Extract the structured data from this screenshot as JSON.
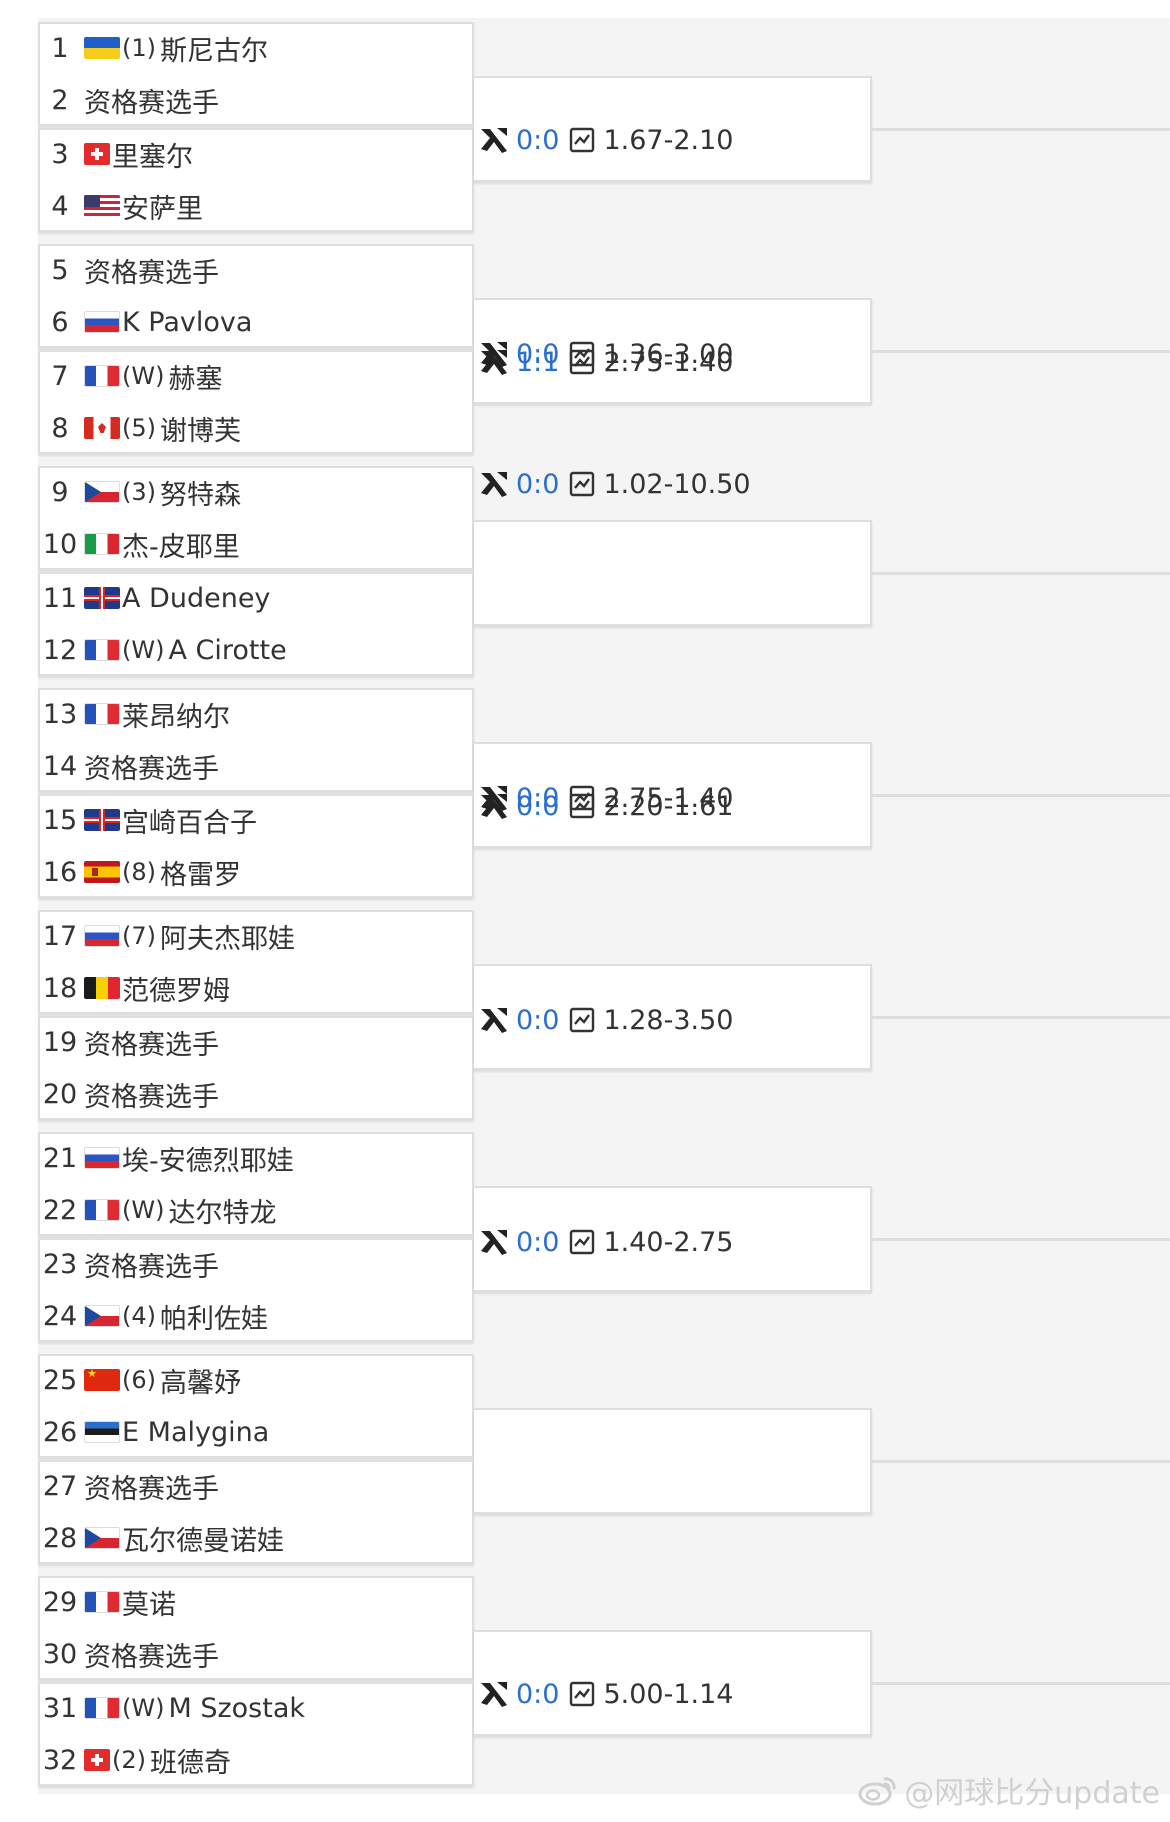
{
  "matches": [
    {
      "players": [
        {
          "num": "1",
          "flag": "ua",
          "seed": "(1)",
          "name": "斯尼古尔"
        },
        {
          "num": "2",
          "flag": "",
          "seed": "",
          "name": "资格赛选手"
        }
      ]
    },
    {
      "players": [
        {
          "num": "3",
          "flag": "ch",
          "seed": "",
          "name": "里塞尔"
        },
        {
          "num": "4",
          "flag": "us",
          "seed": "",
          "name": "安萨里"
        }
      ]
    },
    {
      "players": [
        {
          "num": "5",
          "flag": "",
          "seed": "",
          "name": "资格赛选手"
        },
        {
          "num": "6",
          "flag": "ru",
          "seed": "",
          "name": "K Pavlova"
        }
      ]
    },
    {
      "players": [
        {
          "num": "7",
          "flag": "fr",
          "seed": "(W)",
          "name": "赫塞"
        },
        {
          "num": "8",
          "flag": "ca",
          "seed": "(5)",
          "name": "谢博芙"
        }
      ]
    },
    {
      "players": [
        {
          "num": "9",
          "flag": "cz",
          "seed": "(3)",
          "name": "努特森"
        },
        {
          "num": "10",
          "flag": "it",
          "seed": "",
          "name": "杰-皮耶里"
        }
      ]
    },
    {
      "players": [
        {
          "num": "11",
          "flag": "gb",
          "seed": "",
          "name": "A Dudeney"
        },
        {
          "num": "12",
          "flag": "fr",
          "seed": "(W)",
          "name": "A Cirotte"
        }
      ]
    },
    {
      "players": [
        {
          "num": "13",
          "flag": "fr",
          "seed": "",
          "name": "莱昂纳尔"
        },
        {
          "num": "14",
          "flag": "",
          "seed": "",
          "name": "资格赛选手"
        }
      ]
    },
    {
      "players": [
        {
          "num": "15",
          "flag": "gb",
          "seed": "",
          "name": "宫崎百合子"
        },
        {
          "num": "16",
          "flag": "es",
          "seed": "(8)",
          "name": "格雷罗"
        }
      ]
    },
    {
      "players": [
        {
          "num": "17",
          "flag": "ru",
          "seed": "(7)",
          "name": "阿夫杰耶娃"
        },
        {
          "num": "18",
          "flag": "be",
          "seed": "",
          "name": "范德罗姆"
        }
      ]
    },
    {
      "players": [
        {
          "num": "19",
          "flag": "",
          "seed": "",
          "name": "资格赛选手"
        },
        {
          "num": "20",
          "flag": "",
          "seed": "",
          "name": "资格赛选手"
        }
      ]
    },
    {
      "players": [
        {
          "num": "21",
          "flag": "ru",
          "seed": "",
          "name": "埃-安德烈耶娃"
        },
        {
          "num": "22",
          "flag": "fr",
          "seed": "(W)",
          "name": "达尔特龙"
        }
      ]
    },
    {
      "players": [
        {
          "num": "23",
          "flag": "",
          "seed": "",
          "name": "资格赛选手"
        },
        {
          "num": "24",
          "flag": "cz",
          "seed": "(4)",
          "name": "帕利佐娃"
        }
      ]
    },
    {
      "players": [
        {
          "num": "25",
          "flag": "cn",
          "seed": "(6)",
          "name": "高馨妤"
        },
        {
          "num": "26",
          "flag": "ee",
          "seed": "",
          "name": "E Malygina"
        }
      ]
    },
    {
      "players": [
        {
          "num": "27",
          "flag": "",
          "seed": "",
          "name": "资格赛选手"
        },
        {
          "num": "28",
          "flag": "cz",
          "seed": "",
          "name": "瓦尔德曼诺娃"
        }
      ]
    },
    {
      "players": [
        {
          "num": "29",
          "flag": "fr",
          "seed": "",
          "name": "莫诺"
        },
        {
          "num": "30",
          "flag": "",
          "seed": "",
          "name": "资格赛选手"
        }
      ]
    },
    {
      "players": [
        {
          "num": "31",
          "flag": "fr",
          "seed": "(W)",
          "name": "M Szostak"
        },
        {
          "num": "32",
          "flag": "ch",
          "seed": "(2)",
          "name": "班德奇"
        }
      ]
    }
  ],
  "odds": [
    {
      "match": 1,
      "h2h": "0:0",
      "value": "1.67-2.10"
    },
    {
      "match": 3,
      "h2h": "1:1",
      "value": "2.75-1.40"
    },
    {
      "match": 4,
      "h2h": "0:0",
      "value": "1.36-3.00"
    },
    {
      "match": 5,
      "h2h": "0:0",
      "value": "1.02-10.50"
    },
    {
      "match": 7,
      "h2h": "0:0",
      "value": "2.20-1.61"
    },
    {
      "match": 8,
      "h2h": "0:0",
      "value": "2.75-1.40"
    },
    {
      "match": 10,
      "h2h": "0:0",
      "value": "1.28-3.50"
    },
    {
      "match": 12,
      "h2h": "0:0",
      "value": "1.40-2.75"
    },
    {
      "match": 15,
      "h2h": "0:0",
      "value": "5.00-1.14"
    }
  ],
  "watermark": "@网球比分update",
  "colors": {
    "h2h": "#2a6fd0",
    "band": "#f4f4f4",
    "border": "#dedede",
    "text": "#333333"
  },
  "icons": {
    "vs": "crossed-rackets-icon",
    "chart": "line-chart-icon",
    "watermark": "weibo-icon"
  }
}
